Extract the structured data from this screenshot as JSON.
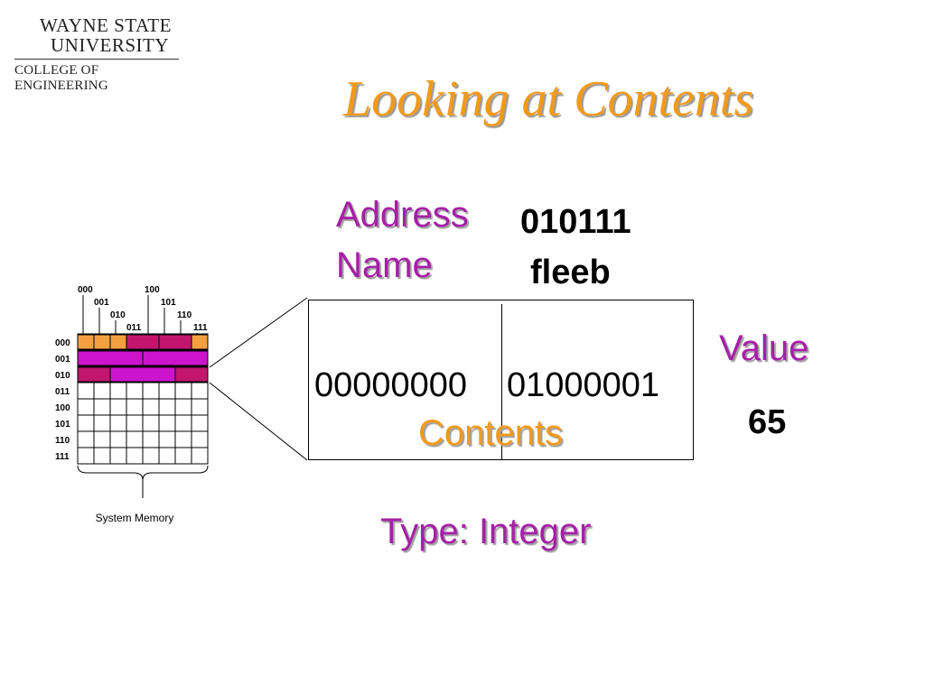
{
  "logo": {
    "line1": "WAYNE STATE",
    "line2": "UNIVERSITY",
    "line3": "COLLEGE OF ENGINEERING"
  },
  "title": "Looking at Contents",
  "labels": {
    "address": "Address",
    "name": "Name",
    "value": "Value",
    "contents": "Contents",
    "type": "Type:  Integer"
  },
  "values": {
    "address": "010111",
    "name": "fleeb",
    "value": "65",
    "contents_high": "00000000",
    "contents_low": "01000001"
  },
  "memory": {
    "caption": "System Memory",
    "column_labels": [
      "000",
      "001",
      "010",
      "011",
      "100",
      "101",
      "110",
      "111"
    ],
    "row_labels": [
      "000",
      "001",
      "010",
      "011",
      "100",
      "101",
      "110",
      "111"
    ]
  },
  "colors": {
    "title": "#f29a1d",
    "label_purple": "#a71fa8",
    "cell_orange": "#f4a040",
    "cell_crimson": "#c2166e",
    "cell_magenta": "#cc14cc"
  }
}
